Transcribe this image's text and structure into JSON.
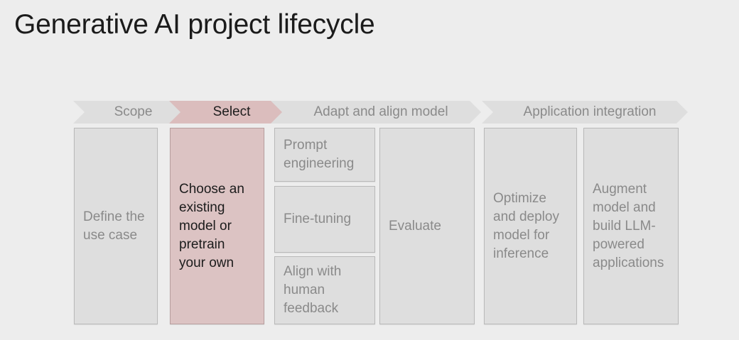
{
  "page": {
    "title": "Generative AI project lifecycle",
    "background_color": "#ededed",
    "accent_color": "#dcc3c3",
    "neutral_color": "#dedede"
  },
  "phases": [
    {
      "header": "Scope",
      "selected": false,
      "boxes": [
        {
          "label": "Define the\nuse case"
        }
      ]
    },
    {
      "header": "Select",
      "selected": true,
      "boxes": [
        {
          "label": "Choose an\nexisting\nmodel or\npretrain\nyour own"
        }
      ]
    },
    {
      "header": "Adapt and align model",
      "selected": false,
      "boxes": [
        {
          "label": "Prompt\nengineering"
        },
        {
          "label": "Fine-tuning"
        },
        {
          "label": "Align with\nhuman\nfeedback"
        },
        {
          "label": "Evaluate"
        }
      ]
    },
    {
      "header": "Application integration",
      "selected": false,
      "boxes": [
        {
          "label": "Optimize\nand deploy\nmodel for\ninference"
        },
        {
          "label": "Augment\nmodel and\nbuild LLM-\npowered\napplications"
        }
      ]
    }
  ]
}
